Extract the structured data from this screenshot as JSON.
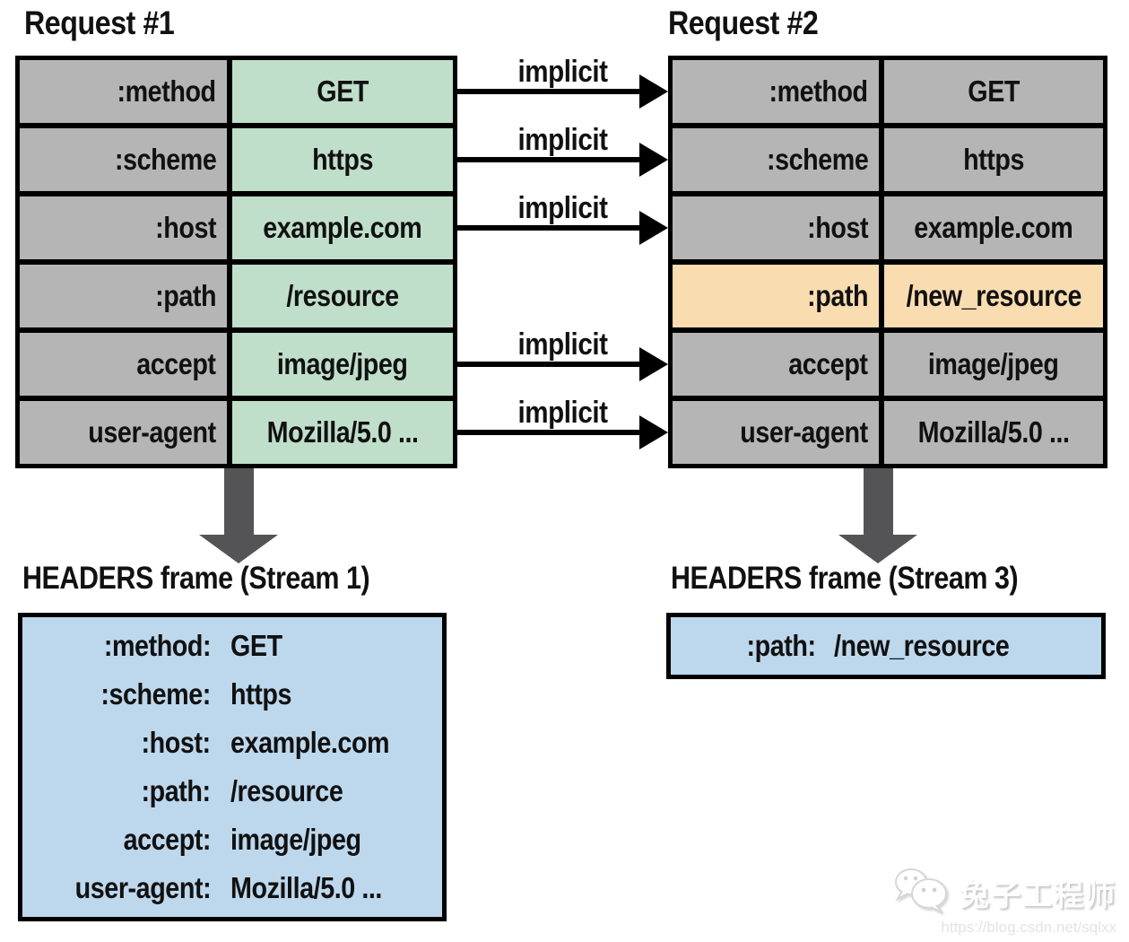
{
  "colors": {
    "cell_gray": "#b5b5b5",
    "cell_green": "#bfdfca",
    "cell_orange": "#fadcb1",
    "box_blue": "#bdd8ed",
    "arrow_gray": "#545456",
    "line_black": "#000000"
  },
  "request1": {
    "title": "Request #1",
    "rows": [
      {
        "name": ":method",
        "value": "GET"
      },
      {
        "name": ":scheme",
        "value": "https"
      },
      {
        "name": ":host",
        "value": "example.com"
      },
      {
        "name": ":path",
        "value": "/resource"
      },
      {
        "name": "accept",
        "value": "image/jpeg"
      },
      {
        "name": "user-agent",
        "value": "Mozilla/5.0 ..."
      }
    ]
  },
  "request2": {
    "title": "Request #2",
    "rows": [
      {
        "name": ":method",
        "value": "GET",
        "highlighted": false
      },
      {
        "name": ":scheme",
        "value": "https",
        "highlighted": false
      },
      {
        "name": ":host",
        "value": "example.com",
        "highlighted": false
      },
      {
        "name": ":path",
        "value": "/new_resource",
        "highlighted": true
      },
      {
        "name": "accept",
        "value": "image/jpeg",
        "highlighted": false
      },
      {
        "name": "user-agent",
        "value": "Mozilla/5.0 ...",
        "highlighted": false
      }
    ]
  },
  "implicit_arrows": {
    "label": "implicit",
    "target_rows": [
      0,
      1,
      2,
      4,
      5
    ]
  },
  "frame1": {
    "title": "HEADERS frame (Stream 1)",
    "entries": [
      {
        "key": ":method:",
        "value": "GET"
      },
      {
        "key": ":scheme:",
        "value": "https"
      },
      {
        "key": ":host:",
        "value": "example.com"
      },
      {
        "key": ":path:",
        "value": "/resource"
      },
      {
        "key": "accept:",
        "value": "image/jpeg"
      },
      {
        "key": "user-agent:",
        "value": "Mozilla/5.0 ..."
      }
    ]
  },
  "frame3": {
    "title": "HEADERS frame (Stream 3)",
    "entries": [
      {
        "key": ":path:",
        "value": "/new_resource"
      }
    ]
  },
  "watermark": {
    "label": "兔子工程师",
    "url": "https://blog.csdn.net/sqlxx",
    "icon": "wechat-icon"
  }
}
